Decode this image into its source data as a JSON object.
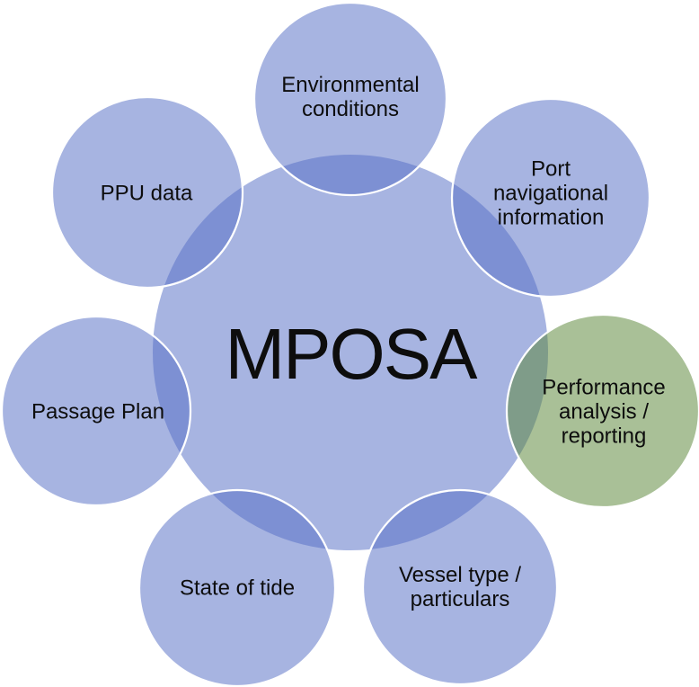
{
  "diagram": {
    "type": "radial-cycle",
    "center": {
      "id": "mposa-hub",
      "label": "MPOSA"
    },
    "nodes": [
      {
        "id": "environmental-conditions",
        "label": "Environmental\nconditions",
        "color_key": "blue"
      },
      {
        "id": "port-navigational-information",
        "label": "Port\nnavigational\ninformation",
        "color_key": "blue"
      },
      {
        "id": "performance-analysis-reporting",
        "label": "Performance\nanalysis /\nreporting",
        "color_key": "green"
      },
      {
        "id": "vessel-type-particulars",
        "label": "Vessel type /\nparticulars",
        "color_key": "blue"
      },
      {
        "id": "state-of-tide",
        "label": "State of tide",
        "color_key": "blue"
      },
      {
        "id": "passage-plan",
        "label": "Passage Plan",
        "color_key": "blue"
      },
      {
        "id": "ppu-data",
        "label": "PPU data",
        "color_key": "blue"
      }
    ]
  },
  "colors": {
    "blue_fill_base": "#5670C6",
    "green_fill_base": "#5A8637",
    "blue_apparent": "#A7B4E1",
    "green_apparent": "#A9C097",
    "overlap_blue": "#7D91D3",
    "overlap_green": "#7F9C89",
    "outline": "#FFFFFF",
    "text": "#0D0D0D"
  }
}
